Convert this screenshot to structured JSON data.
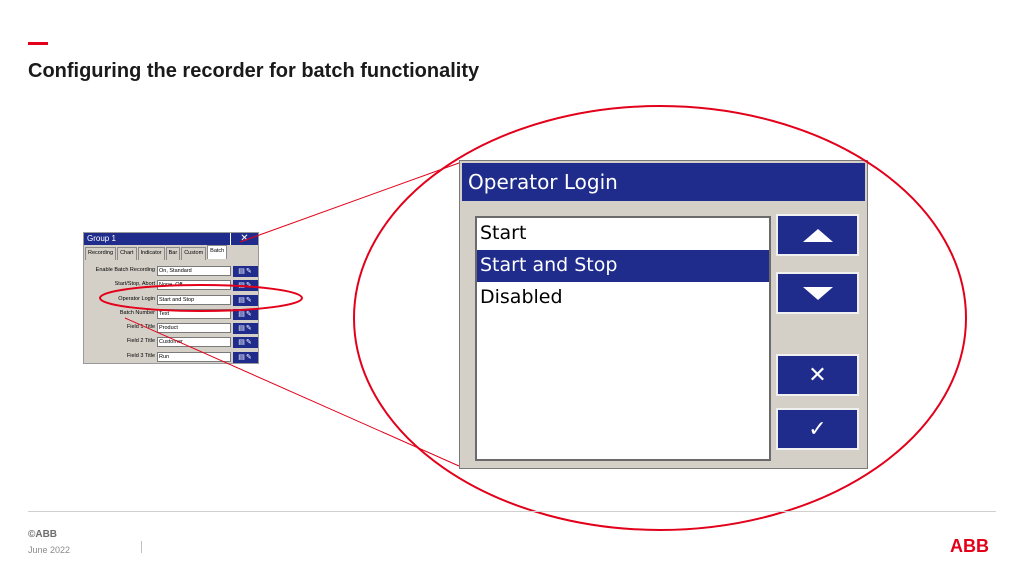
{
  "slide": {
    "title": "Configuring the recorder for batch functionality",
    "accent_color": "#e2001a"
  },
  "small_dialog": {
    "title": "Group 1",
    "close_glyph": "✕",
    "tabs": [
      "Recording",
      "Chart",
      "Indicator",
      "Bar",
      "Custom",
      "Batch"
    ],
    "active_tab": "Batch",
    "rows": [
      {
        "label": "Enable Batch Recording",
        "value": "On, Standard"
      },
      {
        "label": "Start/Stop, Abort",
        "value": "None, Off"
      },
      {
        "label": "Operator Login",
        "value": "Start and Stop"
      },
      {
        "label": "Batch Number",
        "value": "Text"
      },
      {
        "label": "Field 1 Title",
        "value": "Product"
      },
      {
        "label": "Field 2 Title",
        "value": "Customer"
      },
      {
        "label": "Field 3 Title",
        "value": "Run"
      }
    ],
    "edit_icon": "edit-icon"
  },
  "big_dialog": {
    "title": "Operator Login",
    "options": [
      "Start",
      "Start and Stop",
      "Disabled"
    ],
    "selected_option": "Start and Stop",
    "buttons": {
      "up": "up-arrow-icon",
      "down": "down-arrow-icon",
      "cancel_glyph": "✕",
      "ok_glyph": "✓"
    },
    "title_color": "#1f2c8c"
  },
  "footer": {
    "copyright": "©ABB",
    "date": "June 2022",
    "logo": "ABB"
  },
  "colors": {
    "dialog_blue": "#1f2c8c",
    "dialog_gray": "#d4d0c8",
    "highlight_red": "#e2001a"
  }
}
